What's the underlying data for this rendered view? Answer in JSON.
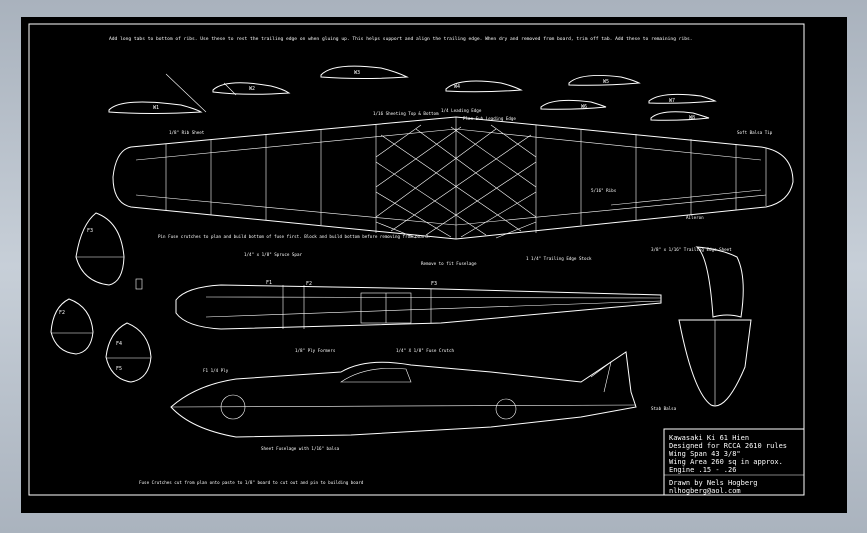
{
  "drawing": {
    "top_note": "Add long tabs to bottom of ribs. Use these to rest the trailing edge on when gluing up. This helps support and align the trailing edge. When dry and removed from board, trim off tab. Add these to remaining ribs.",
    "ribs": [
      "W1",
      "W2",
      "W3",
      "W4",
      "W5",
      "W6",
      "W7",
      "W8"
    ],
    "wing_labels": {
      "sheeting": "1/16 Sheeting Top & Bottom",
      "le": "1/4 Leading Edge",
      "le_sub": "Plan Sub Leading Edge",
      "tip_rib": "1/8\" Rib Sheet",
      "tip_block": "Soft Balsa Tip",
      "spar": "1/4\" x 1/8\" Spruce Spar",
      "pin_fuse": "Pin Fuse crutches to plan and build bottom of fuse first. Block and build bottom before removing from board.",
      "remove_fuse": "Remove to fit Fuselage",
      "te_stock": "1 1/4\" Trailing Edge Stock",
      "te_sheet": "3/8\" x 1/16\" Trailing Edge Sheet",
      "aileron": "Aileron",
      "rib_note": "5/16\" Ribs"
    },
    "formers": [
      "F1",
      "F2",
      "F3",
      "F4",
      "F5",
      "F1 1/4 Ply"
    ],
    "fuse_labels": {
      "ply_formers": "1/8\" Ply Formers",
      "crutch": "1/4\" X 1/8\" Fuse Crutch",
      "sheet": "Sheet Fuselage with 1/16\" balsa",
      "crutch_cut": "Fuse Crutches cut from plan onto paste to 1/8\" board to cut out and pin to building board",
      "stab": "Stab Balsa"
    },
    "title_block": {
      "line1": "Kawasaki Ki 61 Hien",
      "line2": "Designed for RCCA 2610 rules",
      "line3": "Wing Span 43 3/8\"",
      "line4": "Wing Area 260 sq in approx.",
      "line5": "Engine     .15 - .26",
      "line6": "Drawn by Nels Hogberg",
      "line7": "nlhogberg@aol.com"
    }
  }
}
